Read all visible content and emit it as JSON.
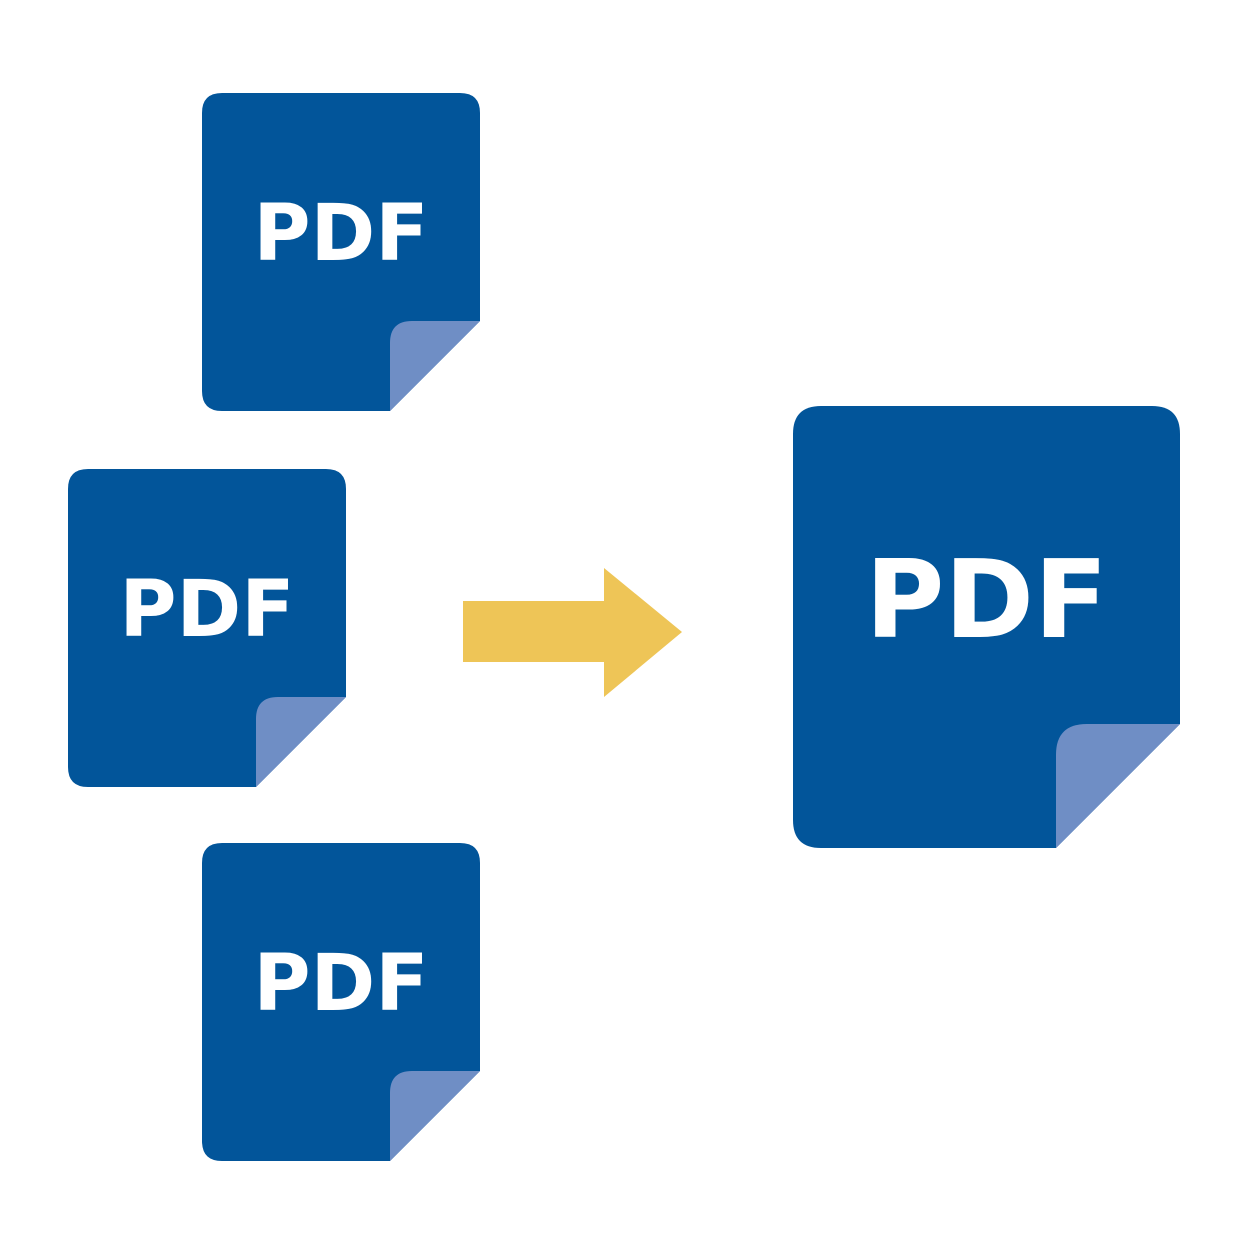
{
  "colors": {
    "document": "#02559A",
    "fold": "#6F8EC5",
    "arrow": "#EEC557",
    "background": "#FFFFFF"
  },
  "inputs": [
    {
      "label": "PDF",
      "icon": "pdf-file-icon"
    },
    {
      "label": "PDF",
      "icon": "pdf-file-icon"
    },
    {
      "label": "PDF",
      "icon": "pdf-file-icon"
    }
  ],
  "arrow": {
    "icon": "arrow-right-icon"
  },
  "output": {
    "label": "PDF",
    "icon": "pdf-file-icon"
  }
}
